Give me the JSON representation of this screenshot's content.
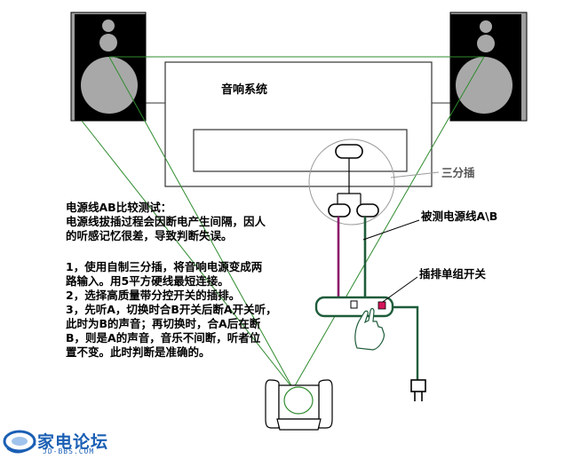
{
  "labels": {
    "system": "音响系统",
    "three_way_plug": "三分插",
    "cables_ab": "被测电源线A\\B",
    "strip_switch": "插排单组开关"
  },
  "notes": {
    "title": "电源线AB比较测试：",
    "intro": [
      "电源线拔插过程会因断电产生间隔，因人",
      "的听感记忆很差，导致判断失误。"
    ],
    "steps": [
      "1，使用自制三分插，将音响电源变成两",
      "路输入。用5平方硬线最短连接。",
      "2，选择高质量带分控开关的插排。",
      "3，先听A，切换时合B开关后断A开关听，",
      "此时为B的声音；再切换时，合A后在断",
      "B，则是A的声音，音乐不间断，听者位",
      "置不变。此时判断是准确的。"
    ]
  },
  "logo": {
    "name": "家电论坛",
    "sub": "JD-BBS.COM"
  },
  "colors": {
    "sight_lines": "#2e8b2e",
    "cable_a": "#8b1a6b",
    "cable_b": "#1e5c3a",
    "cord": "#1e5c3a",
    "switch_on": "#d4145a",
    "speaker_body": "#000000",
    "speaker_cone": "#a8a8a8",
    "logo": "#1a5fb4"
  }
}
